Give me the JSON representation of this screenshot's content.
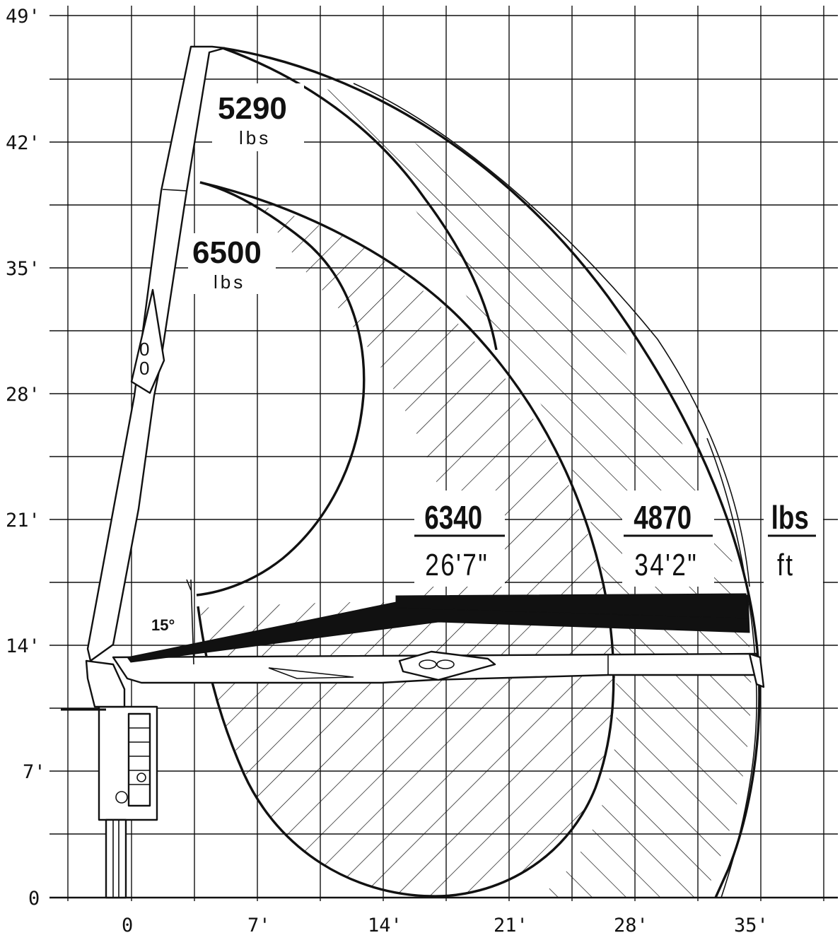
{
  "chart_data": {
    "type": "diagram",
    "y_axis": {
      "unit": "ft",
      "ticks": [
        "0",
        "7'",
        "14'",
        "21'",
        "28'",
        "35'",
        "42'",
        "49'"
      ],
      "range": [
        0,
        49
      ]
    },
    "x_axis": {
      "unit": "ft",
      "ticks": [
        "0",
        "7'",
        "14'",
        "21'",
        "28'",
        "35'"
      ],
      "range": [
        -3.5,
        38
      ]
    },
    "grid": true,
    "load_labels": [
      {
        "value": "5290",
        "unit": "lbs"
      },
      {
        "value": "6500",
        "unit": "lbs"
      }
    ],
    "capacity_table": [
      {
        "load": "6340",
        "reach": "26'7\""
      },
      {
        "load": "4870",
        "reach": "34'2\""
      }
    ],
    "units": {
      "load": "lbs",
      "reach": "ft"
    },
    "angle_label": "15°",
    "boom_tip_letter": "00"
  }
}
